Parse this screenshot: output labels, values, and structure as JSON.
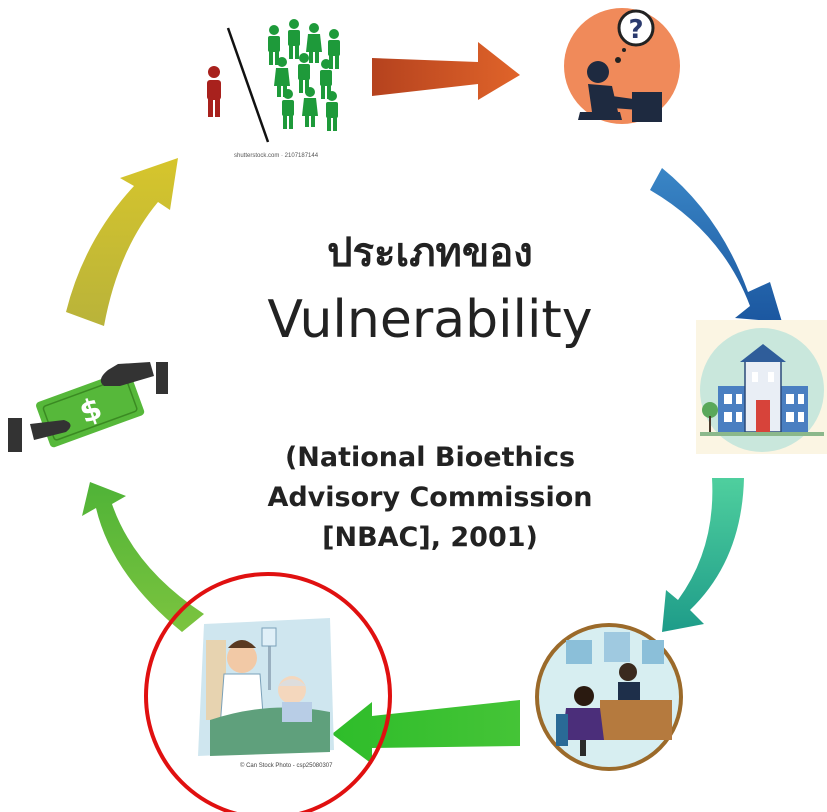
{
  "diagram": {
    "title_thai": "ประเภทของ",
    "title_main": "Vulnerability",
    "citation_line1": "(National Bioethics",
    "citation_line2": "Advisory Commission",
    "citation_line3": "[NBAC], 2001)"
  },
  "nodes": [
    {
      "icon": "crowd-minority-icon",
      "caption": "shutterstock.com · 2107187144"
    },
    {
      "icon": "thinking-person-question-icon"
    },
    {
      "icon": "institution-building-icon"
    },
    {
      "icon": "office-meeting-icon"
    },
    {
      "icon": "doctor-patient-icon",
      "caption": "© Can Stock Photo - csp25080307",
      "highlighted": true
    },
    {
      "icon": "money-exchange-icon"
    }
  ],
  "colors": {
    "arrow_1": "#c8582a",
    "arrow_2": "#2a6fb3",
    "arrow_3": "#2fb59a",
    "arrow_4": "#3cc42c",
    "arrow_5": "#6dbb3a",
    "arrow_6": "#c9b92c",
    "highlight_ring": "#e01010"
  }
}
